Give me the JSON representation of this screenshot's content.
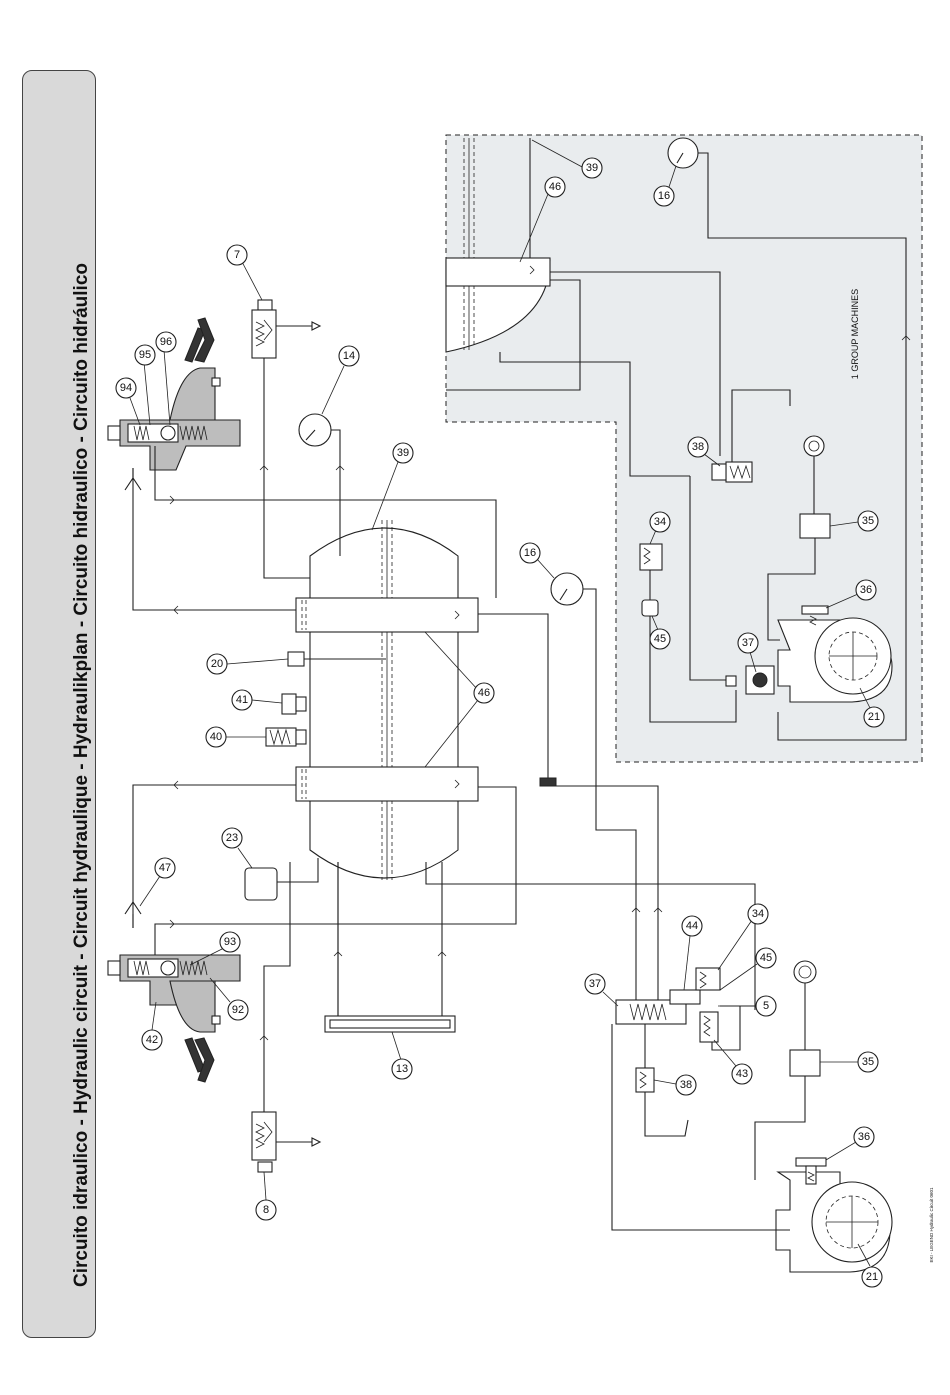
{
  "title": "Circuito idraulico - Hydraulic circuit - Circuit hydraulique - Hydraulikplan - Circuito hidraulico - Circuito hidráulico",
  "group_label": "1 GROUP MACHINES",
  "footer_code": "EKI - LEGEND Hydraulic Circuit 0601",
  "callouts": {
    "c7": "7",
    "c94": "94",
    "c95": "95",
    "c96": "96",
    "c14": "14",
    "c39a": "39",
    "c16a": "16",
    "c20": "20",
    "c41": "41",
    "c40": "40",
    "c46a": "46",
    "c23": "23",
    "c47": "47",
    "c93": "93",
    "c92": "92",
    "c42": "42",
    "c13": "13",
    "c8": "8",
    "c37a": "37",
    "c44": "44",
    "c34a": "34",
    "c45a": "45",
    "c5": "5",
    "c43": "43",
    "c38a": "38",
    "c35a": "35",
    "c36a": "36",
    "c21a": "21",
    "c39b": "39",
    "c46b": "46",
    "c16b": "16",
    "c38b": "38",
    "c34b": "34",
    "c35b": "35",
    "c45b": "45",
    "c37b": "37",
    "c36b": "36",
    "c21b": "21"
  }
}
